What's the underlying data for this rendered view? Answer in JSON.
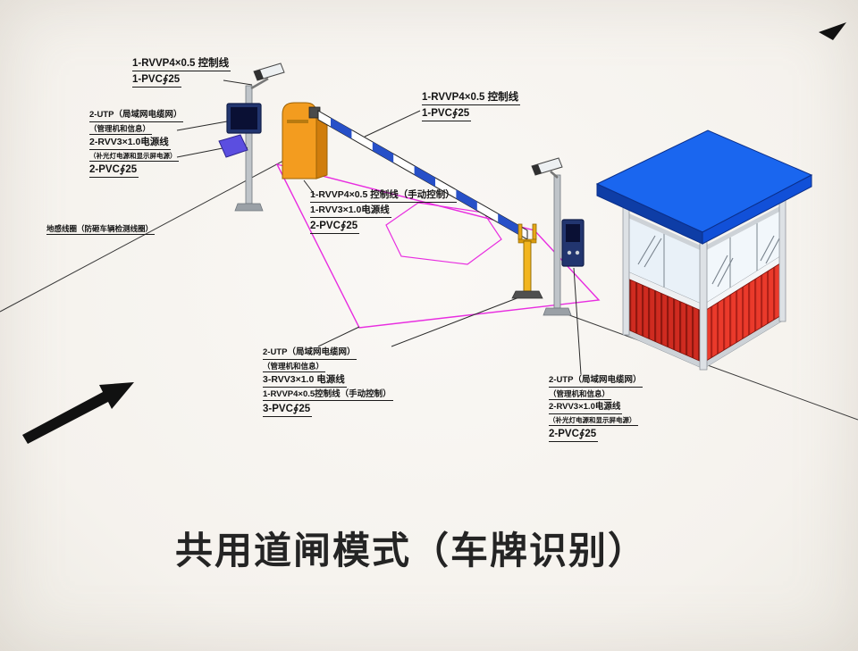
{
  "title": "共用道闸模式（车牌识别）",
  "colors": {
    "roof_blue": "#1a66ef",
    "wall_red": "#e03126",
    "cabinet_orange": "#f39c1f",
    "arm_stripe_blue": "#2750c8",
    "loop_magenta": "#e82de0",
    "arrow_black": "#111111"
  },
  "labels": {
    "entry_camera_cable": {
      "lines": [
        "1-RVVP4×0.5 控制线",
        "1-PVC∮25"
      ]
    },
    "entry_display_cable": {
      "lines": [
        "2-UTP（局域网电缆网）",
        "（管理机和信息）",
        "2-RVV3×1.0电源线",
        "（补光灯电源和显示屏电源）",
        "2-PVC∮25"
      ]
    },
    "ground_loop": {
      "text": "地感线圈（防砸车辆检测线圈）"
    },
    "barrier_control_cable": {
      "lines": [
        "1-RVVP4×0.5 控制线",
        "1-PVC∮25"
      ]
    },
    "barrier_manual_cable": {
      "lines": [
        "1-RVVP4×0.5 控制线（手动控制）",
        "1-RVV3×1.0电源线",
        "2-PVC∮25"
      ]
    },
    "exit_trunk_cable": {
      "lines": [
        "2-UTP（局域网电缆网）",
        "（管理机和信息）",
        "3-RVV3×1.0 电源线",
        "1-RVVP4×0.5控制线（手动控制）",
        "3-PVC∮25"
      ]
    },
    "booth_trunk_cable": {
      "lines": [
        "2-UTP（局域网电缆网）",
        "（管理机和信息）",
        "2-RVV3×1.0电源线",
        "（补光灯电源和显示屏电源）",
        "2-PVC∮25"
      ]
    }
  }
}
